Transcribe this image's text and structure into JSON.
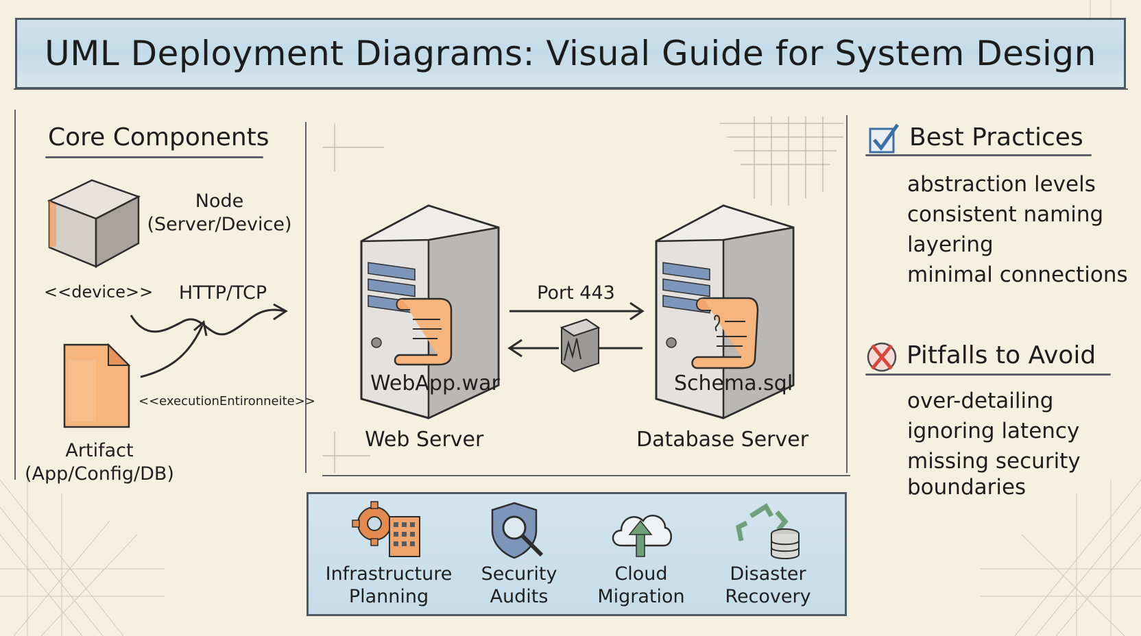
{
  "title": "UML Deployment Diagrams: Visual Guide for System Design",
  "core": {
    "heading": "Core Components",
    "node_label_line1": "Node",
    "node_label_line2": "(Server/Device)",
    "device_stereotype": "<<device>>",
    "protocol_label": "HTTP/TCP",
    "exec_env_label": "<<executionEntironneite>>",
    "artifact_line1": "Artifact",
    "artifact_line2": "(App/Config/DB)"
  },
  "diagram": {
    "web_server": {
      "name": "Web Server",
      "artifact": "WebApp.war"
    },
    "db_server": {
      "name": "Database Server",
      "artifact": "Schema.sql"
    },
    "port_label": "Port 443"
  },
  "best_practices": {
    "heading": "Best Practices",
    "icon": "checkbox-check-icon",
    "items": [
      "abstraction levels",
      "consistent naming",
      "layering",
      "minimal connections"
    ]
  },
  "pitfalls": {
    "heading": "Pitfalls to Avoid",
    "icon": "x-circle-icon",
    "items": [
      "over-detailing",
      "ignoring latency",
      "missing security",
      "boundaries"
    ]
  },
  "use_cases": [
    {
      "icon": "gear-building-icon",
      "line1": "Infrastructure",
      "line2": "Planning"
    },
    {
      "icon": "shield-magnifier-icon",
      "line1": "Security",
      "line2": "Audits"
    },
    {
      "icon": "cloud-upload-icon",
      "line1": "Cloud",
      "line2": "Migration"
    },
    {
      "icon": "recycle-database-icon",
      "line1": "Disaster",
      "line2": "Recovery"
    }
  ],
  "colors": {
    "background": "#f6f0e0",
    "banner_blue": "#c3dbe8",
    "server_gray": "#d9d9d9",
    "server_slot_blue": "#7d95b8",
    "artifact_orange": "#f0a36a",
    "check_blue": "#3d6ea6",
    "cross_red": "#d9473a",
    "ink": "#1f1f1f"
  }
}
